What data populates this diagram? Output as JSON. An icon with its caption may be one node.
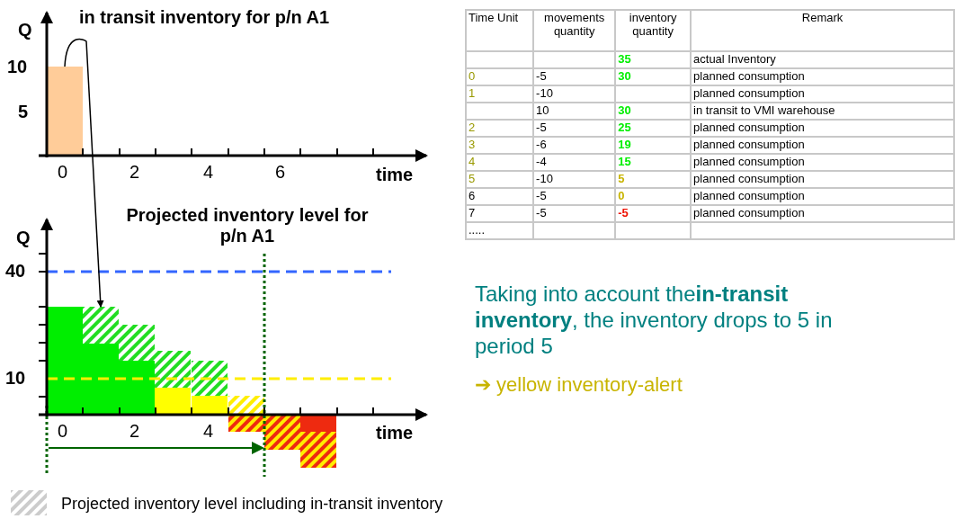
{
  "diagram": {
    "nodes": [
      {
        "text": [],
        "shape": "bar"
      },
      {
        "text": [],
        "shape": "bar"
      }
    ],
    "edges": [
      {
        "from": 0,
        "to": 1,
        "arrow": "to"
      }
    ],
    "labels": [
      "Q",
      "in transit inventory for p/n A1",
      "10",
      "5",
      "0",
      "2",
      "4",
      "6",
      "time",
      "Projected inventory level for p/n A1",
      "Q",
      "40",
      "10",
      "0",
      "2",
      "4",
      "time",
      "Time Unit",
      "movements quantity",
      "inventory quantity",
      "Remark",
      "35",
      "actual Inventory",
      "0",
      "-5",
      "30",
      "planned consumption",
      "1",
      "-10",
      "planned consumption",
      "10",
      "30",
      "in transit to VMI warehouse",
      "2",
      "-5",
      "25",
      "planned consumption",
      "3",
      "-6",
      "19",
      "planned consumption",
      "4",
      "-4",
      "15",
      "planned consumption",
      "5",
      "-10",
      "5",
      "planned consumption",
      "6",
      "-5",
      "0",
      "planned consumption",
      "7",
      "-5",
      "-5",
      "planned consumption",
      ".....",
      "Taking into account the**in-transit inventory**, the inventory drops to 5 in period  5",
      "➔ yellow inventory-alert"
    ],
    "legend": [
      {
        "text": "Projected inventory level including in-transit inventory"
      }
    ]
  }
}
